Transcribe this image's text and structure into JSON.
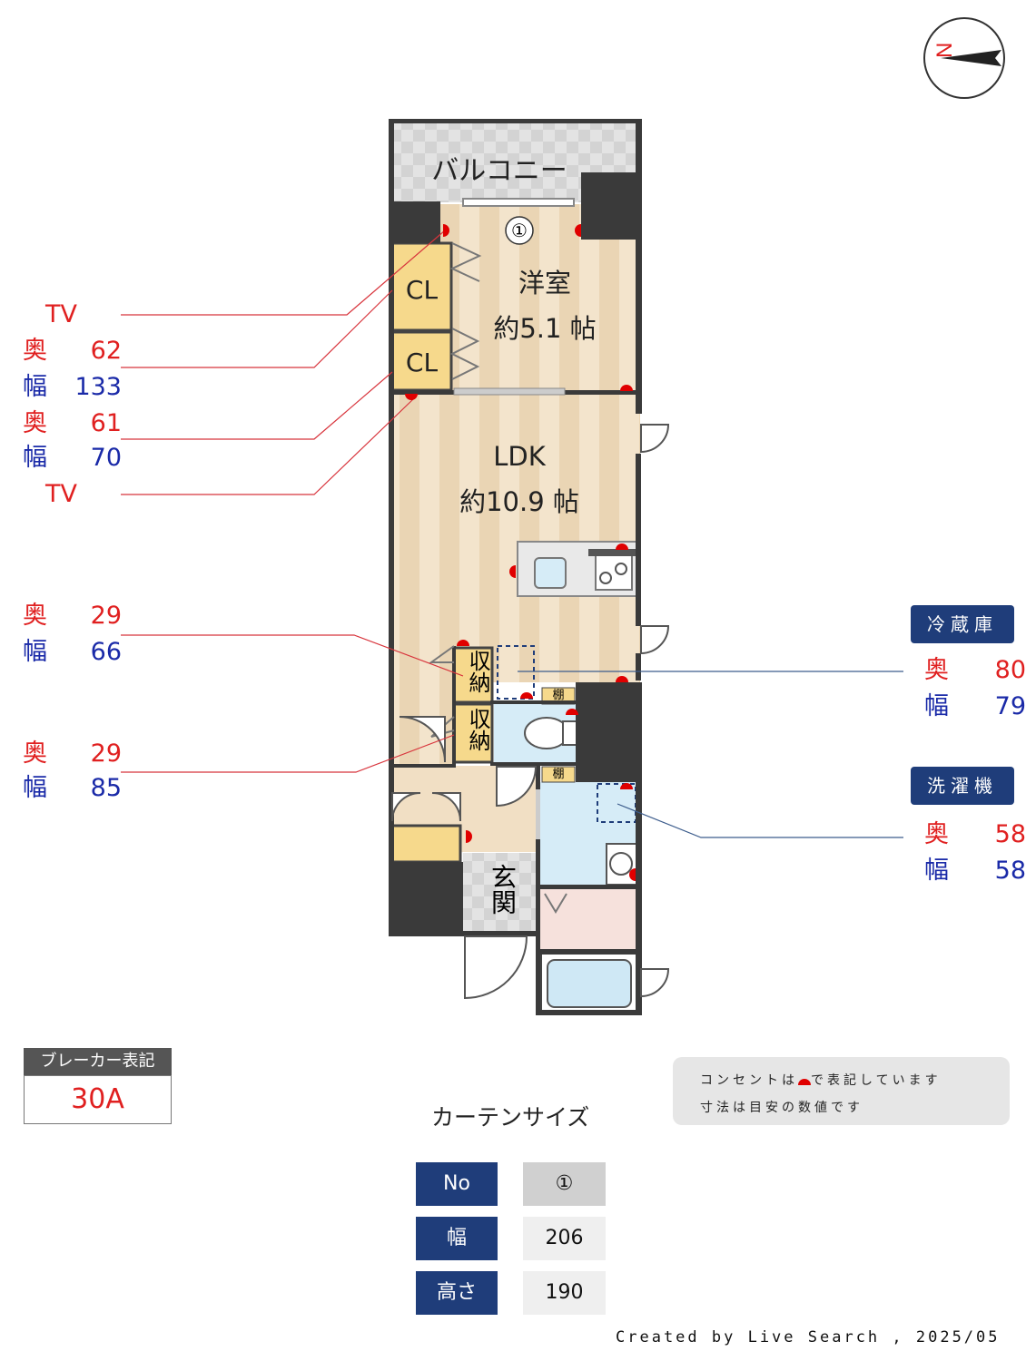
{
  "rooms": {
    "balcony": "バルコニー",
    "western_name": "洋室",
    "western_size": "約5.1 帖",
    "ldk_name": "LDK",
    "ldk_size": "約10.9 帖",
    "closet1": "CL",
    "closet2": "CL",
    "storage1": "収納",
    "storage2": "収納",
    "shelf1": "棚",
    "shelf2": "棚",
    "entrance": "玄関",
    "window_no": "①"
  },
  "left_labels": {
    "tv1": "TV",
    "a_depth_key": "奥",
    "a_depth": "62",
    "a_width_key": "幅",
    "a_width": "133",
    "b_depth_key": "奥",
    "b_depth": "61",
    "b_width_key": "幅",
    "b_width": "70",
    "tv2": "TV",
    "c_depth_key": "奥",
    "c_depth": "29",
    "c_width_key": "幅",
    "c_width": "66",
    "d_depth_key": "奥",
    "d_depth": "29",
    "d_width_key": "幅",
    "d_width": "85"
  },
  "right_labels": {
    "fridge_tag": "冷蔵庫",
    "fridge_depth_key": "奥",
    "fridge_depth": "80",
    "fridge_width_key": "幅",
    "fridge_width": "79",
    "washer_tag": "洗濯機",
    "washer_depth_key": "奥",
    "washer_depth": "58",
    "washer_width_key": "幅",
    "washer_width": "58"
  },
  "breaker": {
    "title": "ブレーカー表記",
    "value": "30A"
  },
  "note": {
    "line1_a": "コンセントは",
    "line1_b": "で表記しています",
    "line2": "寸法は目安の数値です"
  },
  "curtain": {
    "title": "カーテンサイズ",
    "rows": [
      {
        "key": "No",
        "value": "①"
      },
      {
        "key": "幅",
        "value": "206"
      },
      {
        "key": "高さ",
        "value": "190"
      }
    ]
  },
  "credit": "Created by Live Search , 2025/05",
  "compass": {
    "north_letter": "N"
  },
  "colors": {
    "outlet": "#e00000",
    "wall": "#3a3a3a",
    "floor": "#f1dfc4",
    "tag": "#1f3d7a"
  }
}
